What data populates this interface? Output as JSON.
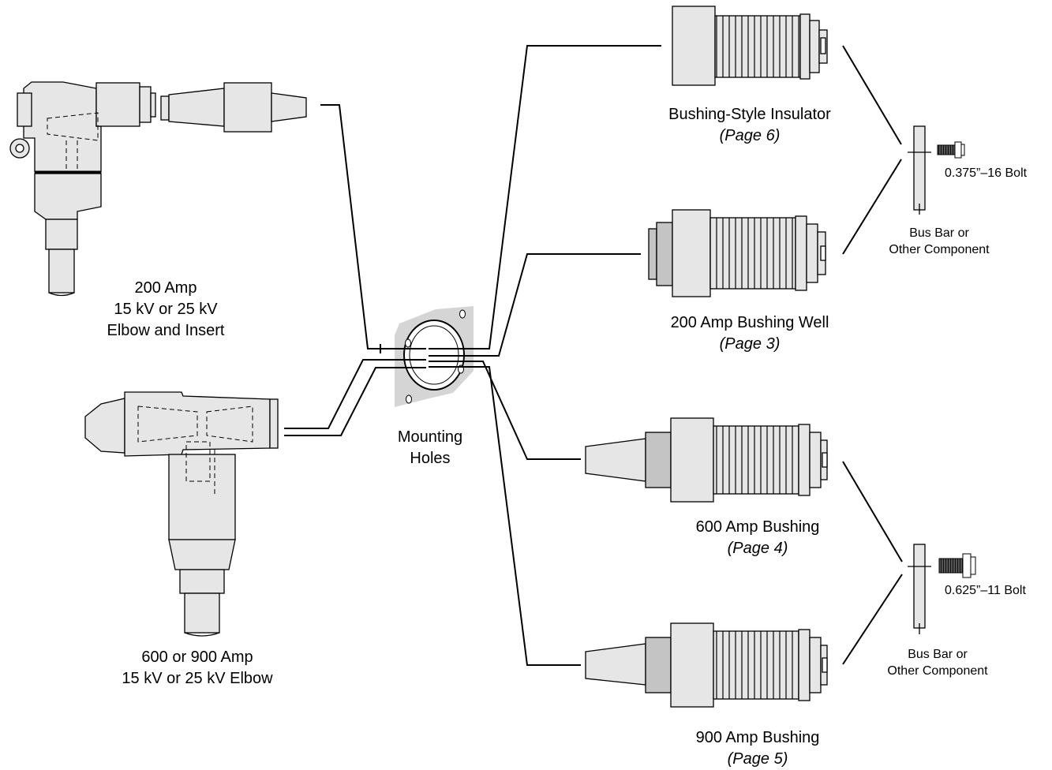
{
  "colors": {
    "part_fill": "#e6e6e6",
    "part_dark": "#c4c4c4",
    "part_mid": "#d5d5d5",
    "stroke": "#000000",
    "background": "#ffffff"
  },
  "components": {
    "elbow_200": {
      "line1": "200 Amp",
      "line2": "15 kV or 25 kV",
      "line3": "Elbow and Insert"
    },
    "elbow_600": {
      "line1": "600 or 900 Amp",
      "line2": "15 kV or 25 kV Elbow"
    },
    "mounting": {
      "line1": "Mounting",
      "line2": "Holes"
    },
    "bushing_style": {
      "name": "Bushing-Style Insulator",
      "page": "(Page 6)"
    },
    "bushing_well": {
      "name": "200 Amp Bushing Well",
      "page": "(Page 3)"
    },
    "bushing_600": {
      "name": "600 Amp Bushing",
      "page": "(Page 4)"
    },
    "bushing_900": {
      "name": "900 Amp Bushing",
      "page": "(Page 5)"
    }
  },
  "hardware": {
    "bolt_small": "0.375”–16 Bolt",
    "bolt_large": "0.625”–11 Bolt",
    "busbar_top": {
      "line1": "Bus Bar or",
      "line2": "Other Component"
    },
    "busbar_bottom": {
      "line1": "Bus Bar or",
      "line2": "Other Component"
    }
  }
}
